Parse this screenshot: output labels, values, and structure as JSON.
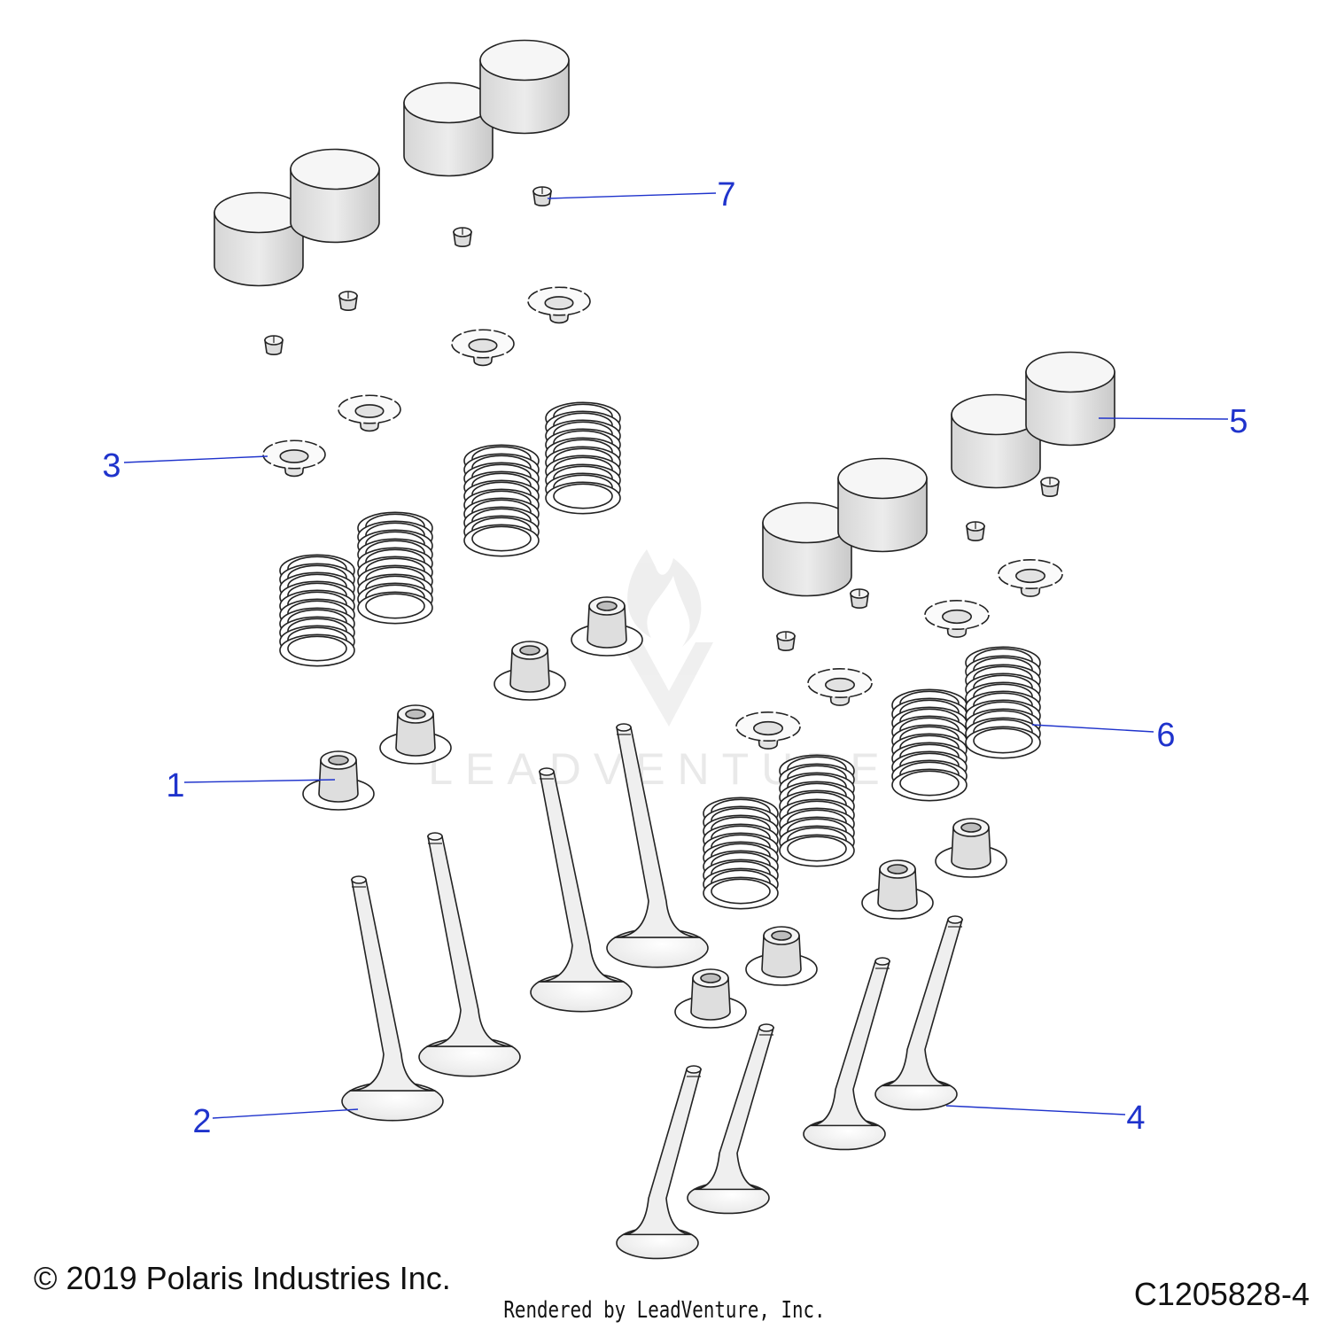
{
  "diagram": {
    "callouts": [
      {
        "label": "1",
        "part": "valve-stem-seal"
      },
      {
        "label": "2",
        "part": "intake-valve"
      },
      {
        "label": "3",
        "part": "spring-retainer"
      },
      {
        "label": "4",
        "part": "exhaust-valve"
      },
      {
        "label": "5",
        "part": "valve-bucket-tappet"
      },
      {
        "label": "6",
        "part": "valve-spring"
      },
      {
        "label": "7",
        "part": "valve-keeper"
      }
    ],
    "colors": {
      "callout": "#1f33cc",
      "outline": "#222222",
      "part_fill": "#ffffff",
      "shaded_fill": "#e6e6e6",
      "watermark": "#e9e9e9"
    },
    "watermark_text": "LEADVENTURE"
  },
  "footer": {
    "copyright": "© 2019 Polaris Industries Inc.",
    "diagram_id": "C1205828-4",
    "rendered_by": "Rendered by LeadVenture, Inc."
  }
}
